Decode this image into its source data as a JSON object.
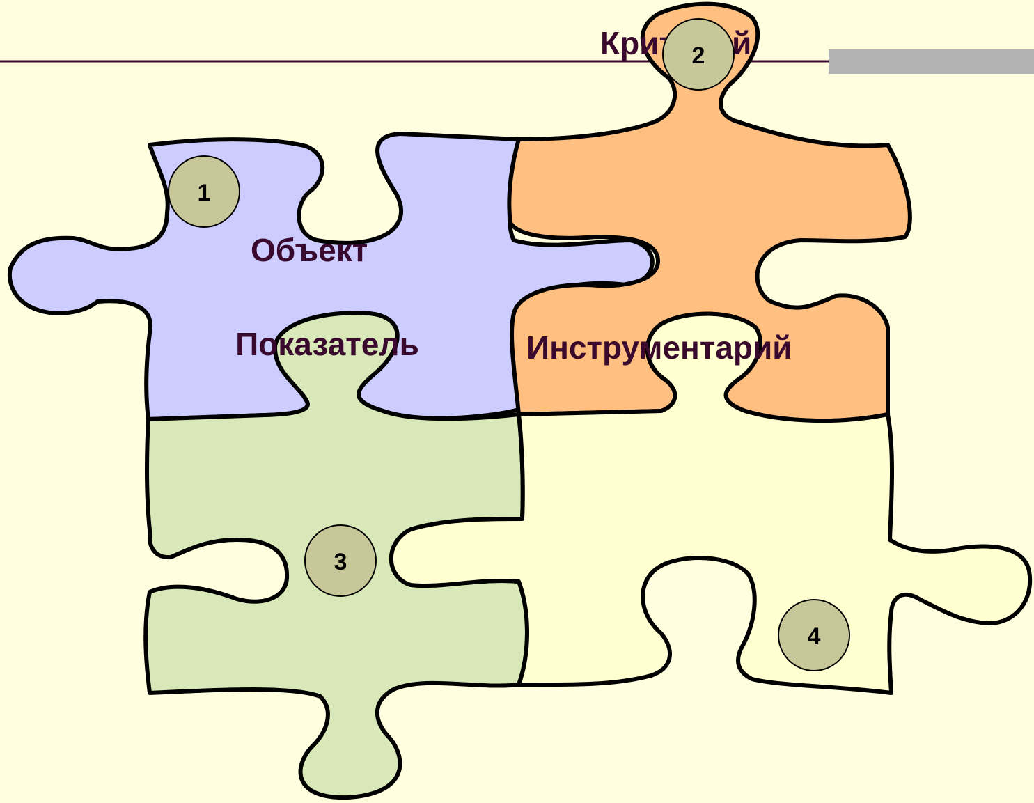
{
  "colors": {
    "background": "#ffffe0",
    "rule_line": "#3a0a2e",
    "accent_bar": "#b3b3b3",
    "label_text": "#3a0a2e",
    "outline": "#000000",
    "badge_fill": "#c8c79a"
  },
  "pieces": [
    {
      "id": "piece-1",
      "number": "1",
      "label": "Объект",
      "fill": "#ccccff"
    },
    {
      "id": "piece-2",
      "number": "2",
      "label": "Критерий",
      "fill": "#ffbf80"
    },
    {
      "id": "piece-3",
      "number": "3",
      "label": "Показатель",
      "fill": "#d9e8b8"
    },
    {
      "id": "piece-4",
      "number": "4",
      "label": "Инструментарий",
      "fill": "#ffffd2"
    }
  ]
}
